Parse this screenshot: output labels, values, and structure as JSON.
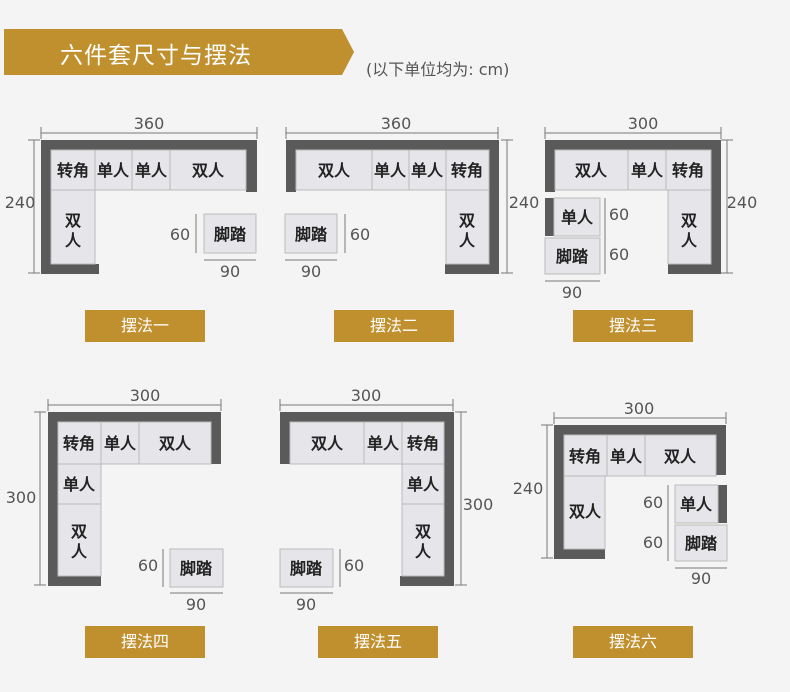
{
  "header": {
    "title": "六件套尺寸与摆法",
    "unit_note": "(以下单位均为: cm)"
  },
  "labels": {
    "corner": "转角",
    "single": "单人",
    "double": "双人",
    "ottoman": "脚踏"
  },
  "layouts": [
    {
      "name": "摆法一",
      "width": "360",
      "height": "240",
      "ottoman_w": "90",
      "ottoman_h": "60"
    },
    {
      "name": "摆法二",
      "width": "360",
      "height": "240",
      "ottoman_w": "90",
      "ottoman_h": "60"
    },
    {
      "name": "摆法三",
      "width": "300",
      "height": "240",
      "ottoman_w": "90",
      "ottoman_h": "60",
      "single_h": "60"
    },
    {
      "name": "摆法四",
      "width": "300",
      "height": "300",
      "ottoman_w": "90",
      "ottoman_h": "60"
    },
    {
      "name": "摆法五",
      "width": "300",
      "height": "300",
      "ottoman_w": "90",
      "ottoman_h": "60"
    },
    {
      "name": "摆法六",
      "width": "300",
      "height": "240",
      "ottoman_w": "90",
      "ottoman_h": "60",
      "single_h": "60"
    }
  ]
}
